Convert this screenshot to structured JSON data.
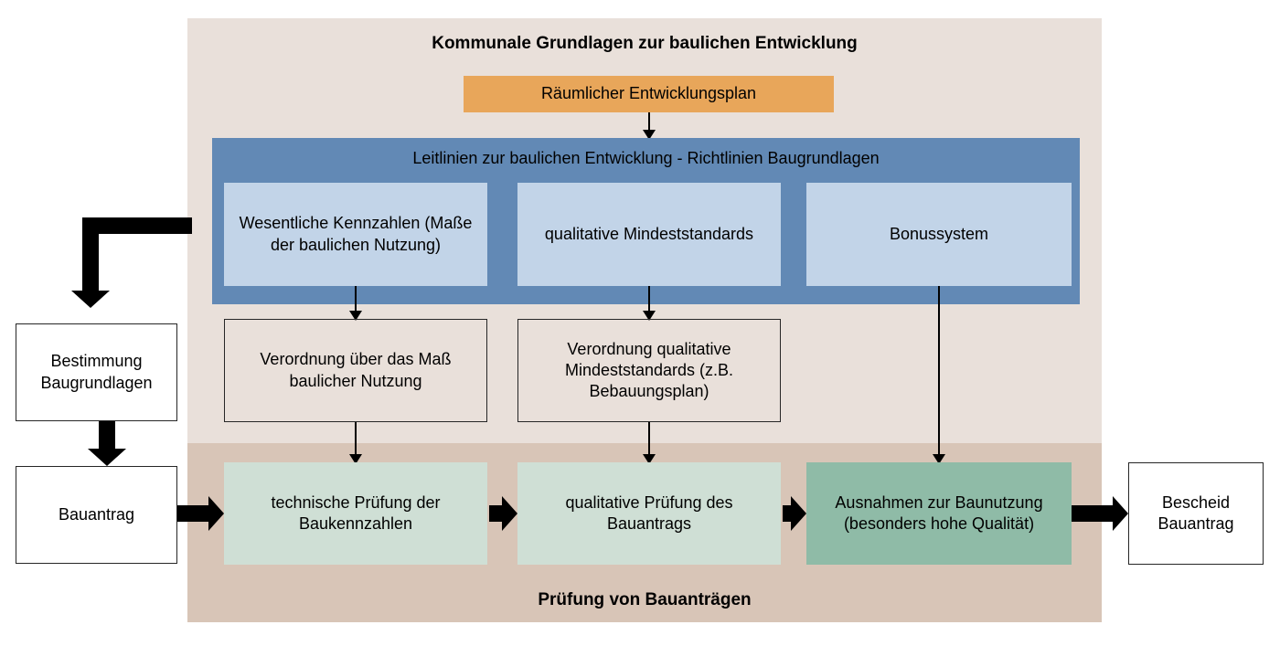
{
  "diagram": {
    "sections": {
      "upper": {
        "title": "Kommunale Grundlagen zur baulichen Entwicklung",
        "bg_color": "#e9e0da"
      },
      "lower": {
        "title": "Prüfung von Bauanträgen",
        "bg_color": "#d8c5b7"
      }
    },
    "boxes": {
      "raeumlicher_entwicklungsplan": {
        "label": "Räumlicher Entwicklungsplan",
        "color": "#e8a65a"
      },
      "leitlinien_panel": {
        "label": "Leitlinien zur baulichen Entwicklung - Richtlinien Baugrundlagen",
        "color": "#6289b5"
      },
      "wesentliche_kennzahlen": {
        "label": "Wesentliche Kennzahlen (Maße der baulichen Nutzung)",
        "color": "#c2d4e8"
      },
      "qualitative_mindeststandards": {
        "label": "qualitative Mindeststandards",
        "color": "#c2d4e8"
      },
      "bonussystem": {
        "label": "Bonussystem",
        "color": "#c2d4e8"
      },
      "verordnung_mass": {
        "label": "Verordnung über das Maß baulicher Nutzung",
        "color": "transparent"
      },
      "verordnung_qualitativ": {
        "label": "Verordnung qualitative Mindeststandards (z.B. Bebauungsplan)",
        "color": "transparent"
      },
      "bestimmung_baugrundlagen": {
        "label": "Bestimmung Baugrundlagen",
        "color": "#ffffff"
      },
      "bauantrag": {
        "label": "Bauantrag",
        "color": "#ffffff"
      },
      "technische_pruefung": {
        "label": "technische Prüfung der Baukennzahlen",
        "color": "#cfdfd5"
      },
      "qualitative_pruefung": {
        "label": "qualitative Prüfung des Bauantrags",
        "color": "#cfdfd5"
      },
      "ausnahmen": {
        "label": "Ausnahmen zur Baunutzung (besonders hohe Qualität)",
        "color": "#8fbba7"
      },
      "bescheid_bauantrag": {
        "label": "Bescheid Bauantrag",
        "color": "#ffffff"
      }
    },
    "connectors": [
      {
        "name": "plan-to-leitlinien",
        "style": "thin-down"
      },
      {
        "name": "kennzahlen-to-verordnung-mass",
        "style": "thin-down"
      },
      {
        "name": "mindeststandards-to-verordnung-qualitativ",
        "style": "thin-down"
      },
      {
        "name": "bonussystem-to-ausnahmen",
        "style": "thin-down"
      },
      {
        "name": "verordnung-mass-to-technische-pruefung",
        "style": "thin-down"
      },
      {
        "name": "verordnung-qualitativ-to-qualitative-pruefung",
        "style": "thin-down"
      },
      {
        "name": "leitlinien-to-bestimmung",
        "style": "thick-elbow"
      },
      {
        "name": "bestimmung-to-bauantrag",
        "style": "thick-down"
      },
      {
        "name": "bauantrag-to-technische-pruefung",
        "style": "thick-right"
      },
      {
        "name": "technische-to-qualitative-pruefung",
        "style": "thick-right"
      },
      {
        "name": "qualitative-pruefung-to-ausnahmen",
        "style": "thick-right"
      },
      {
        "name": "ausnahmen-to-bescheid",
        "style": "thick-right"
      }
    ]
  }
}
